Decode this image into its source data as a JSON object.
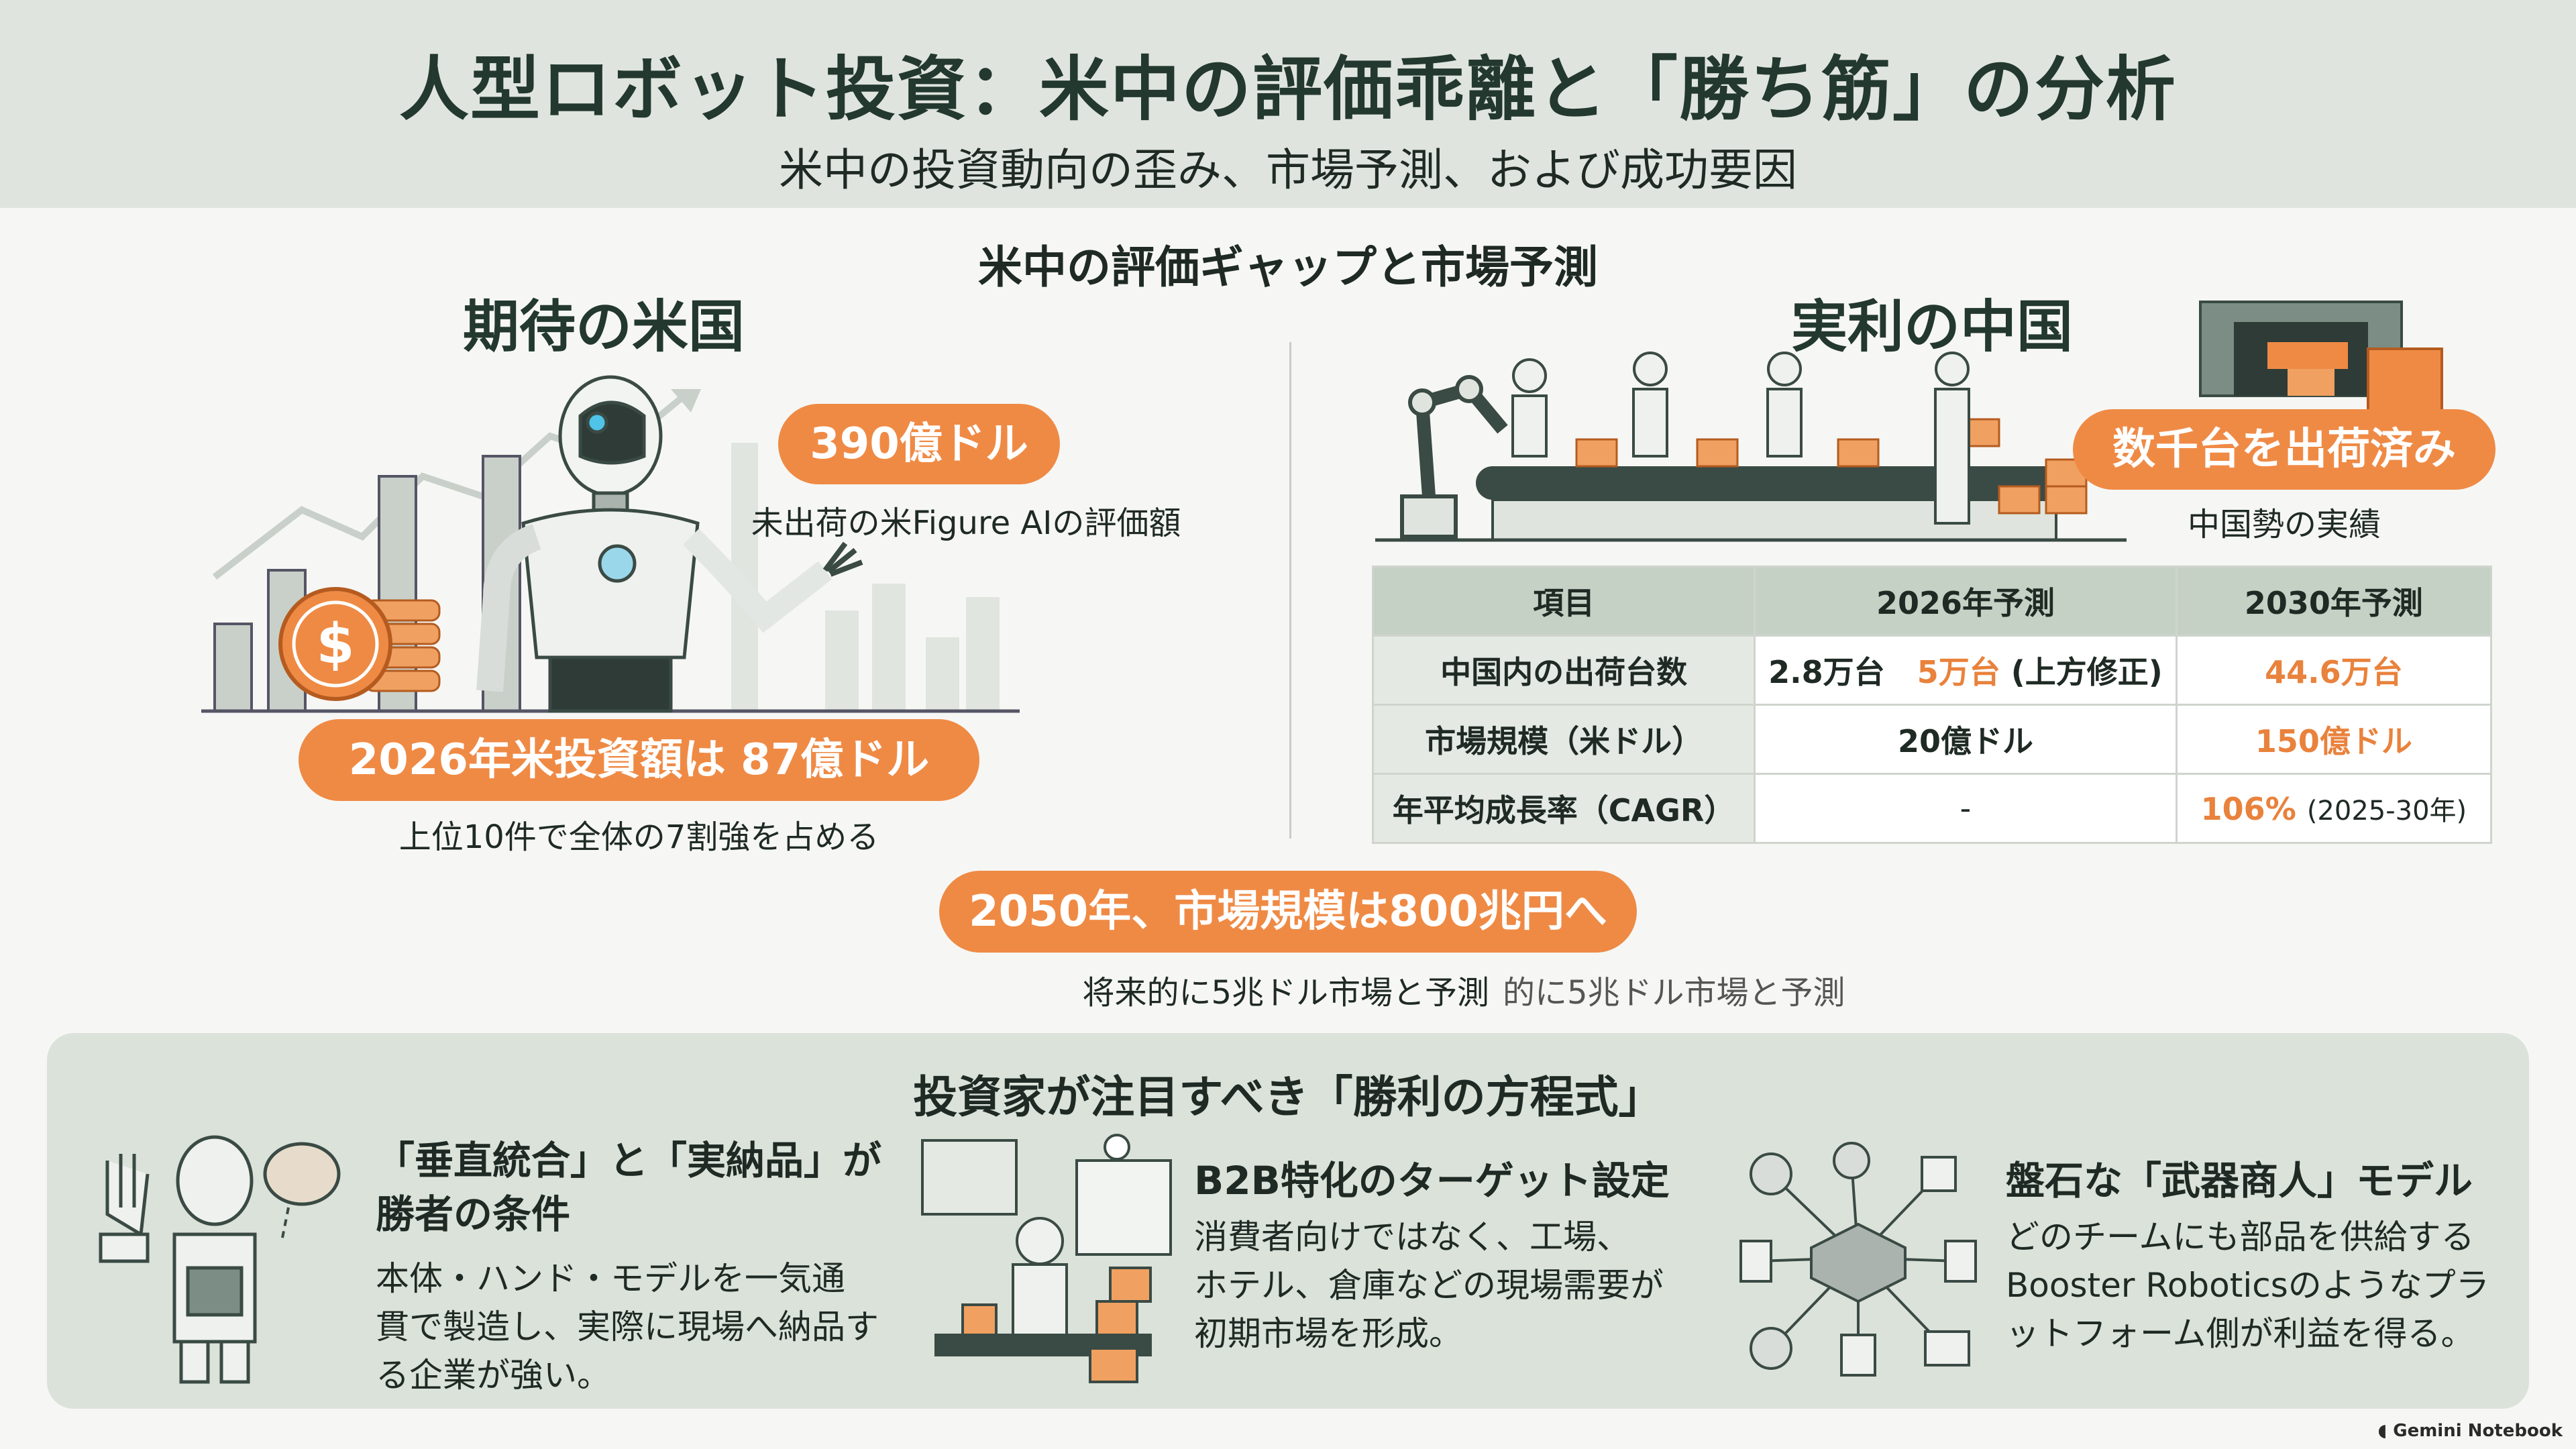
{
  "header": {
    "title": "人型ロボット投資：米中の評価乖離と「勝ち筋」の分析",
    "subtitle": "米中の投資動向の歪み、市場予測、および成功要因"
  },
  "gap_section": {
    "title": "米中の評価ギャップと市場予測",
    "us": {
      "title": "期待の米国",
      "valuation_pill": "390億ドル",
      "valuation_caption": "未出荷の米Figure AIの評価額",
      "investment_pill": "2026年米投資額は 87億ドル",
      "investment_caption": "上位10件で全体の7割強を占める",
      "currency_symbol": "$"
    },
    "china": {
      "title": "実利の中国",
      "shipped_pill": "数千台を出荷済み",
      "shipped_caption": "中国勢の実績",
      "table": {
        "headers": [
          "項目",
          "2026年予測",
          "2030年予測"
        ],
        "rows": [
          {
            "label": "中国内の出荷台数",
            "v2026a": "2.8万台",
            "v2026b": "5万台",
            "v2026c": "(上方修正)",
            "v2030": "44.6万台",
            "v2030_note": ""
          },
          {
            "label": "市場規模（米ドル）",
            "v2026a": "20億ドル",
            "v2026b": "",
            "v2026c": "",
            "v2030": "150億ドル",
            "v2030_note": ""
          },
          {
            "label": "年平均成長率（CAGR）",
            "v2026a": "-",
            "v2026b": "",
            "v2026c": "",
            "v2030": "106%",
            "v2030_note": "(2025-30年)"
          }
        ]
      }
    },
    "future": {
      "pill": "2050年、市場規模は800兆円へ",
      "caption_a": "将来的に5兆ドル市場と予測",
      "caption_b": "的に5兆ドル市場と予測"
    }
  },
  "formula": {
    "title": "投資家が注目すべき「勝利の方程式」",
    "cards": [
      {
        "heading_line1": "「垂直統合」と「実納品」が",
        "heading_line2": "勝者の条件",
        "body_line1": "本体・ハンド・モデルを一気通",
        "body_line2": "貫で製造し、実際に現場へ納品す",
        "body_line3": "る企業が強い。"
      },
      {
        "heading_line1": "B2B特化のターゲット設定",
        "heading_line2": "",
        "body_line1": "消費者向けではなく、工場、",
        "body_line2": "ホテル、倉庫などの現場需要が",
        "body_line3": "初期市場を形成。"
      },
      {
        "heading_line1": "盤石な「武器商人」モデル",
        "heading_line2": "",
        "body_line1": "どのチームにも部品を供給する",
        "body_line2": "Booster Roboticsのようなプラ",
        "body_line3": "ットフォーム側が利益を得る。"
      }
    ]
  },
  "brand": "Gemini Notebook",
  "colors": {
    "accent": "#ef8a45",
    "header_bg": "#dfe5de",
    "panel_bg": "#dbe2da",
    "dark_green": "#23382e",
    "table_header": "#c6d1c6"
  }
}
